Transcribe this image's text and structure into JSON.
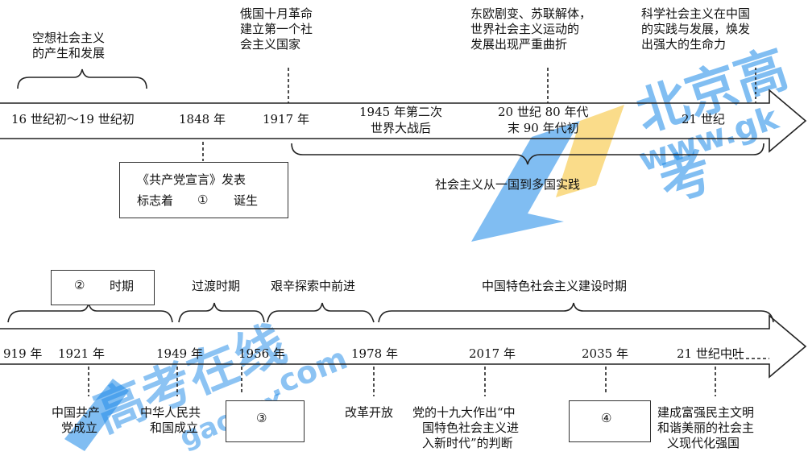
{
  "timeline1": {
    "ticks": [
      "16 世纪初～19 世纪初",
      "1848 年",
      "1917 年",
      "1945 年第二次",
      "世界大战后",
      "20 世纪 80 年代",
      "末 90 年代初",
      "21 世纪"
    ],
    "top": [
      [
        "空想社会主义",
        "的产生和发展"
      ],
      [
        "俄国十月革命",
        "建立第一个社",
        "会主义国家"
      ],
      [
        "东欧剧变、苏联解体，",
        "世界社会主义运动的",
        "发展出现严重曲折"
      ],
      [
        "科学社会主义在中国",
        "的实践与发展，焕发",
        "出强大的生命力"
      ]
    ],
    "box": [
      "《共产党宣言》发表",
      "标志着",
      "①",
      "诞生"
    ],
    "brace_label": "社会主义从一国到多国实践"
  },
  "timeline2": {
    "ticks": [
      "919 年",
      "1921 年",
      "1949 年",
      "1956 年",
      "1978 年",
      "2017 年",
      "2035 年",
      "21 世纪中叶"
    ],
    "top": [
      "②",
      "时期",
      "过渡时期",
      "艰辛探索中前进",
      "中国特色社会主义建设时期"
    ],
    "bottom": [
      [
        "中国共产",
        "党成立"
      ],
      [
        "中华人民共",
        "和国成立"
      ],
      [
        "③"
      ],
      [
        "改革开放"
      ],
      [
        "党的十九大作出“中",
        "国特色社会主义进",
        "入新时代”的判断"
      ],
      [
        "④"
      ],
      [
        "建成富强民主文明",
        "和谐美丽的社会主",
        "义现代化强国"
      ]
    ]
  },
  "watermarks": [
    "北京高考",
    "www.gk",
    "高考在线",
    ".com",
    "gaokzx",
    "gl"
  ],
  "colors": {
    "ink": "#111111",
    "wm_blue": "#1a88e8",
    "wm_yellow": "#f7c12c"
  }
}
